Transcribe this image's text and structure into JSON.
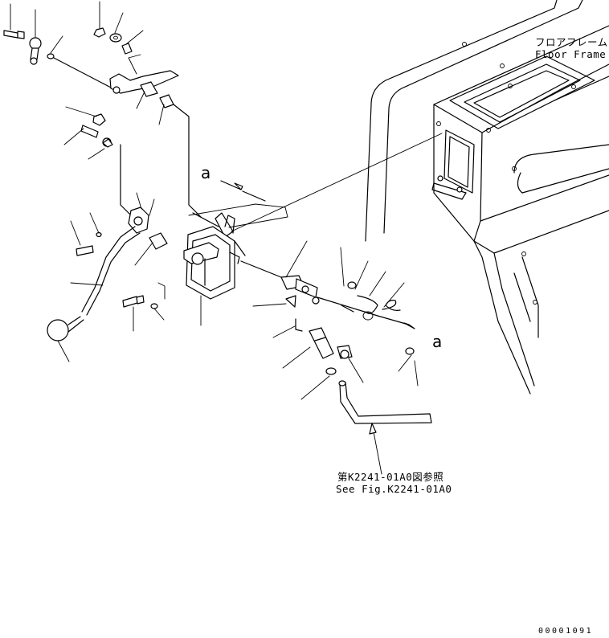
{
  "labels": {
    "floor_frame_jp": "フロアフレーム",
    "floor_frame_en": "Floor Frame",
    "ref_jp": "第K2241-01A0図参照",
    "ref_en": "See Fig.K2241-01A0",
    "view_a_left": "a",
    "view_a_right": "a",
    "drawing_code": "00001091"
  }
}
